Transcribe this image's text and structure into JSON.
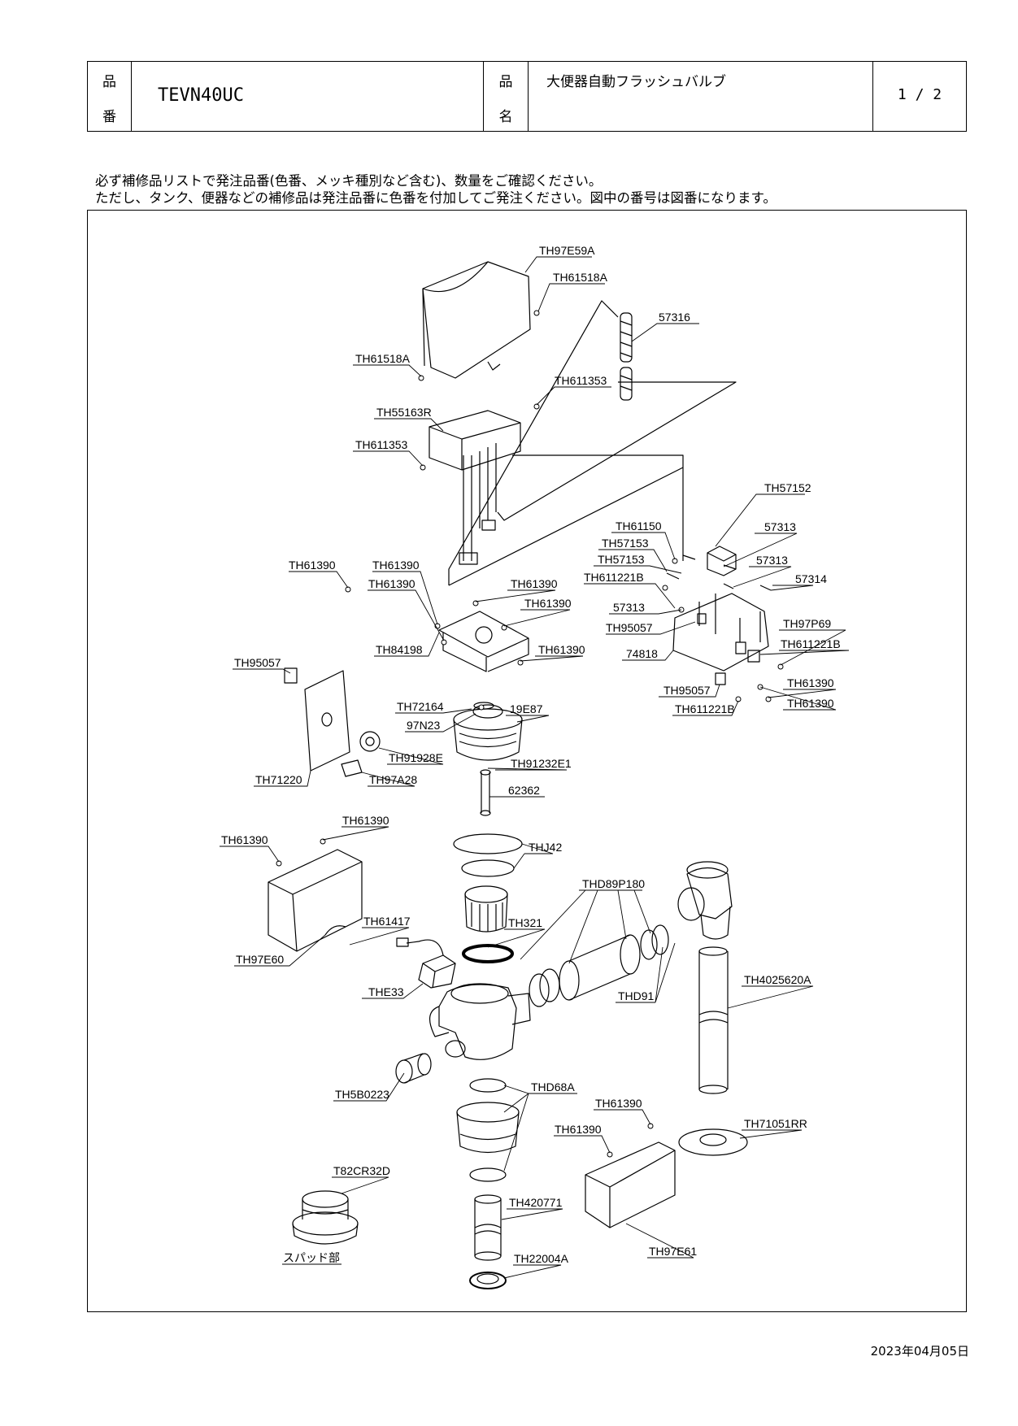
{
  "header": {
    "part_number_label": [
      "品",
      "番"
    ],
    "part_number": "TEVN40UC",
    "product_name_label": [
      "品",
      "名"
    ],
    "product_name": "大便器自動フラッシュバルブ",
    "page": "1 / 2"
  },
  "notes": [
    "必ず補修品リストで発注品番(色番、メッキ種別など含む)、数量をご確認ください。",
    "ただし、タンク、便器などの補修品は発注品番に色番を付加してご発注ください。図中の番号は図番になります。"
  ],
  "labels": [
    {
      "id": "lbl-1",
      "text": "TH97E59A"
    },
    {
      "id": "lbl-2",
      "text": "TH61518A"
    },
    {
      "id": "lbl-3",
      "text": "57316"
    },
    {
      "id": "lbl-4",
      "text": "TH61518A"
    },
    {
      "id": "lbl-5",
      "text": "TH611353"
    },
    {
      "id": "lbl-6",
      "text": "TH55163R"
    },
    {
      "id": "lbl-7",
      "text": "TH611353"
    },
    {
      "id": "lbl-8",
      "text": "TH57152"
    },
    {
      "id": "lbl-9",
      "text": "TH61150"
    },
    {
      "id": "lbl-10",
      "text": "TH57153"
    },
    {
      "id": "lbl-11",
      "text": "57313"
    },
    {
      "id": "lbl-12",
      "text": "TH57153"
    },
    {
      "id": "lbl-13",
      "text": "57313"
    },
    {
      "id": "lbl-14",
      "text": "TH611221B"
    },
    {
      "id": "lbl-15",
      "text": "57314"
    },
    {
      "id": "lbl-16",
      "text": "57313"
    },
    {
      "id": "lbl-17",
      "text": "TH97P69"
    },
    {
      "id": "lbl-18",
      "text": "TH95057"
    },
    {
      "id": "lbl-19",
      "text": "TH611221B"
    },
    {
      "id": "lbl-20",
      "text": "74818"
    },
    {
      "id": "lbl-21",
      "text": "TH95057"
    },
    {
      "id": "lbl-22",
      "text": "TH61390"
    },
    {
      "id": "lbl-23",
      "text": "TH611221B"
    },
    {
      "id": "lbl-24",
      "text": "TH61390"
    },
    {
      "id": "lbl-25",
      "text": "TH61390"
    },
    {
      "id": "lbl-26",
      "text": "TH61390"
    },
    {
      "id": "lbl-27",
      "text": "TH61390"
    },
    {
      "id": "lbl-28",
      "text": "TH61390"
    },
    {
      "id": "lbl-29",
      "text": "TH61390"
    },
    {
      "id": "lbl-30",
      "text": "TH84198"
    },
    {
      "id": "lbl-31",
      "text": "TH61390"
    },
    {
      "id": "lbl-32",
      "text": "TH95057"
    },
    {
      "id": "lbl-33",
      "text": "TH72164"
    },
    {
      "id": "lbl-34",
      "text": "97N23"
    },
    {
      "id": "lbl-35",
      "text": "19E87"
    },
    {
      "id": "lbl-36",
      "text": "TH91928E"
    },
    {
      "id": "lbl-37",
      "text": "TH91232E1"
    },
    {
      "id": "lbl-38",
      "text": "TH71220"
    },
    {
      "id": "lbl-39",
      "text": "TH97A28"
    },
    {
      "id": "lbl-40",
      "text": "62362"
    },
    {
      "id": "lbl-41",
      "text": "TH61390"
    },
    {
      "id": "lbl-42",
      "text": "TH61390"
    },
    {
      "id": "lbl-43",
      "text": "THJ42"
    },
    {
      "id": "lbl-44",
      "text": "THD89P180"
    },
    {
      "id": "lbl-45",
      "text": "TH61417"
    },
    {
      "id": "lbl-46",
      "text": "TH321"
    },
    {
      "id": "lbl-47",
      "text": "TH97E60"
    },
    {
      "id": "lbl-48",
      "text": "TH4025620A"
    },
    {
      "id": "lbl-49",
      "text": "THE33"
    },
    {
      "id": "lbl-50",
      "text": "THD91"
    },
    {
      "id": "lbl-51",
      "text": "THD68A"
    },
    {
      "id": "lbl-52",
      "text": "TH5B0223"
    },
    {
      "id": "lbl-53",
      "text": "TH61390"
    },
    {
      "id": "lbl-54",
      "text": "TH71051RR"
    },
    {
      "id": "lbl-55",
      "text": "TH61390"
    },
    {
      "id": "lbl-56",
      "text": "T82CR32D"
    },
    {
      "id": "lbl-57",
      "text": "TH420771"
    },
    {
      "id": "lbl-58",
      "text": "TH97E61"
    },
    {
      "id": "lbl-59",
      "text": "スパッド部"
    },
    {
      "id": "lbl-60",
      "text": "TH22004A"
    }
  ],
  "date": "2023年04月05日"
}
